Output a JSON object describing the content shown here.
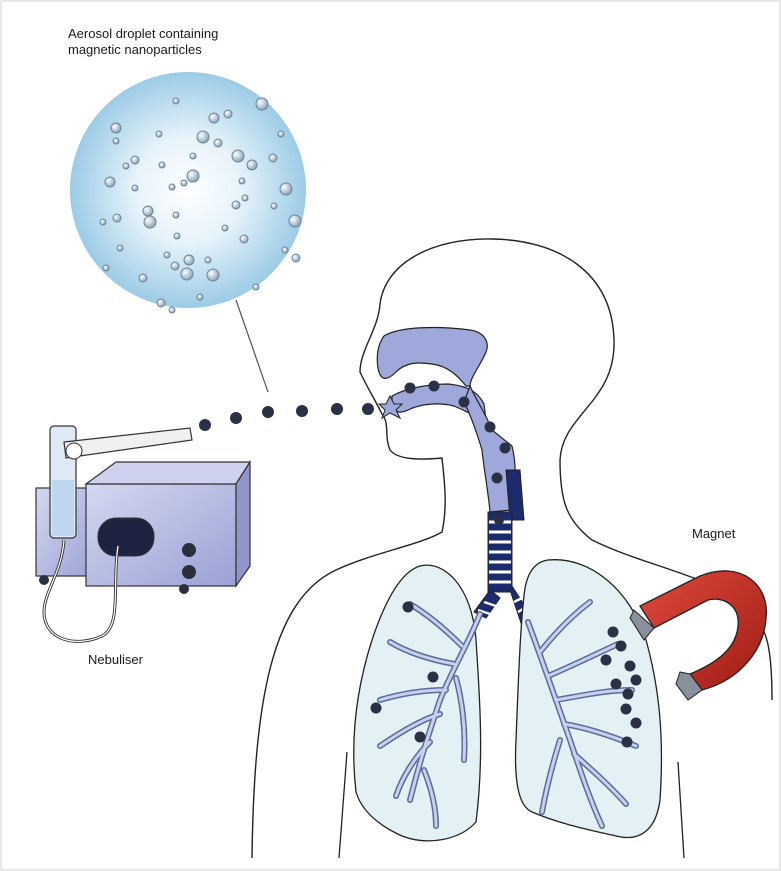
{
  "labels": {
    "aerosol_line1": "Aerosol droplet containing",
    "aerosol_line2": "magnetic nanoparticles",
    "nebuliser": "Nebuliser",
    "magnet": "Magnet"
  },
  "colors": {
    "droplet_fill": "#a9d3ea",
    "airway_fill": "#9fa8db",
    "airway_dark": "#1c2b6e",
    "particle": "#2a3144",
    "lung_fill": "#e3f1f4",
    "bronchi_fill": "#c5d1ee",
    "magnet_red": "#c62a20",
    "magnet_tip": "#8a8f9c",
    "nebuliser_body": "#b7bde6",
    "outline": "#222222"
  }
}
